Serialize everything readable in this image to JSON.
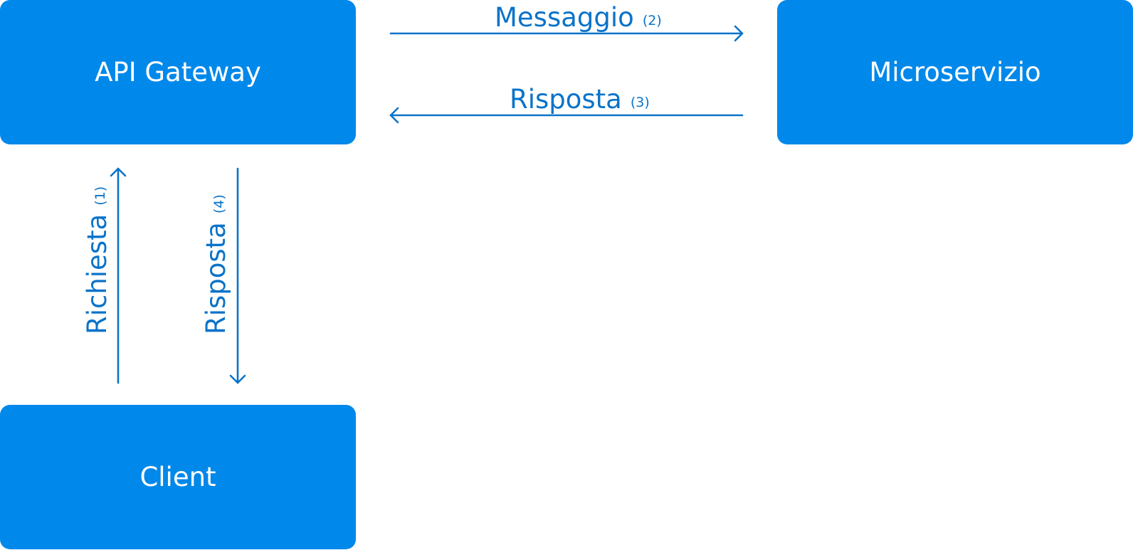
{
  "nodes": {
    "gateway": "API Gateway",
    "microservice": "Microservizio",
    "client": "Client"
  },
  "edges": {
    "message": {
      "label": "Messaggio",
      "step": "(2)"
    },
    "response_service": {
      "label": "Risposta",
      "step": "(3)"
    },
    "request": {
      "label": "Richiesta",
      "step": "(1)"
    },
    "response_client": {
      "label": "Risposta",
      "step": "(4)"
    }
  },
  "colors": {
    "node_fill": "#0088ea",
    "node_text": "#ffffff",
    "edge": "#0a73c9"
  }
}
